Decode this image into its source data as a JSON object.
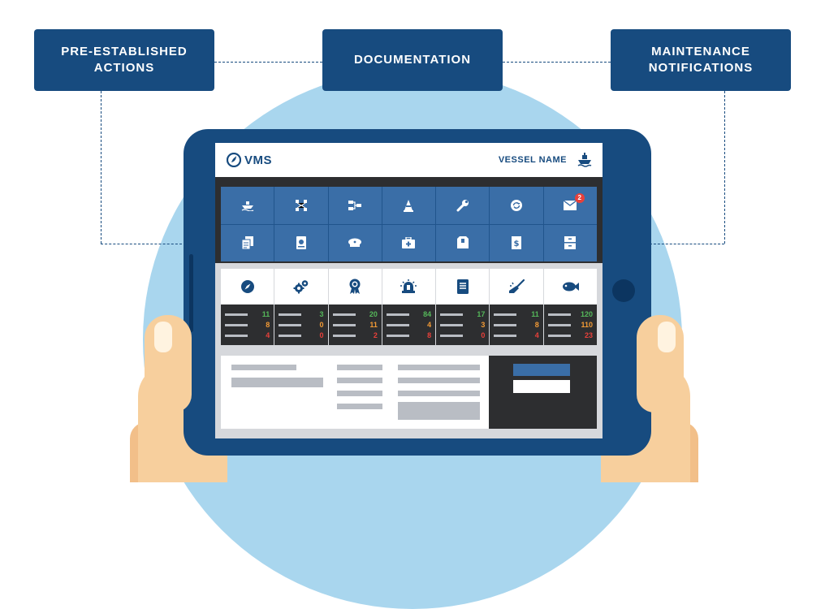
{
  "callouts": {
    "pre_established": "PRE-ESTABLISHED\nACTIONS",
    "documentation": "DOCUMENTATION",
    "maintenance": "MAINTENANCE\nNOTIFICATIONS"
  },
  "app": {
    "logo_text": "VMS",
    "vessel_name": "VESSEL NAME"
  },
  "tiles_row1": [
    "ship-icon",
    "network-icon",
    "workflow-icon",
    "cone-icon",
    "wrench-icon",
    "refresh-icon",
    "mail-icon"
  ],
  "tiles_row2": [
    "documents-icon",
    "book-icon",
    "captain-hat-icon",
    "first-aid-icon",
    "box-icon",
    "invoice-icon",
    "cabinet-icon"
  ],
  "mail_badge": "2",
  "stats": [
    {
      "icon": "compass-icon",
      "values": [
        "11",
        "8",
        "4"
      ]
    },
    {
      "icon": "gears-icon",
      "values": [
        "3",
        "0",
        "0"
      ]
    },
    {
      "icon": "award-icon",
      "values": [
        "20",
        "11",
        "2"
      ]
    },
    {
      "icon": "alarm-icon",
      "values": [
        "84",
        "4",
        "8"
      ]
    },
    {
      "icon": "manual-icon",
      "values": [
        "17",
        "3",
        "0"
      ]
    },
    {
      "icon": "broom-icon",
      "values": [
        "11",
        "8",
        "4"
      ]
    },
    {
      "icon": "fish-icon",
      "values": [
        "120",
        "110",
        "23"
      ]
    }
  ],
  "colors": {
    "navy": "#174b7f",
    "tile_blue": "#3a6ea7",
    "status_green": "#55b85a",
    "status_orange": "#f29a35",
    "status_red": "#e8403a",
    "background_circle": "#a9d6ee"
  }
}
